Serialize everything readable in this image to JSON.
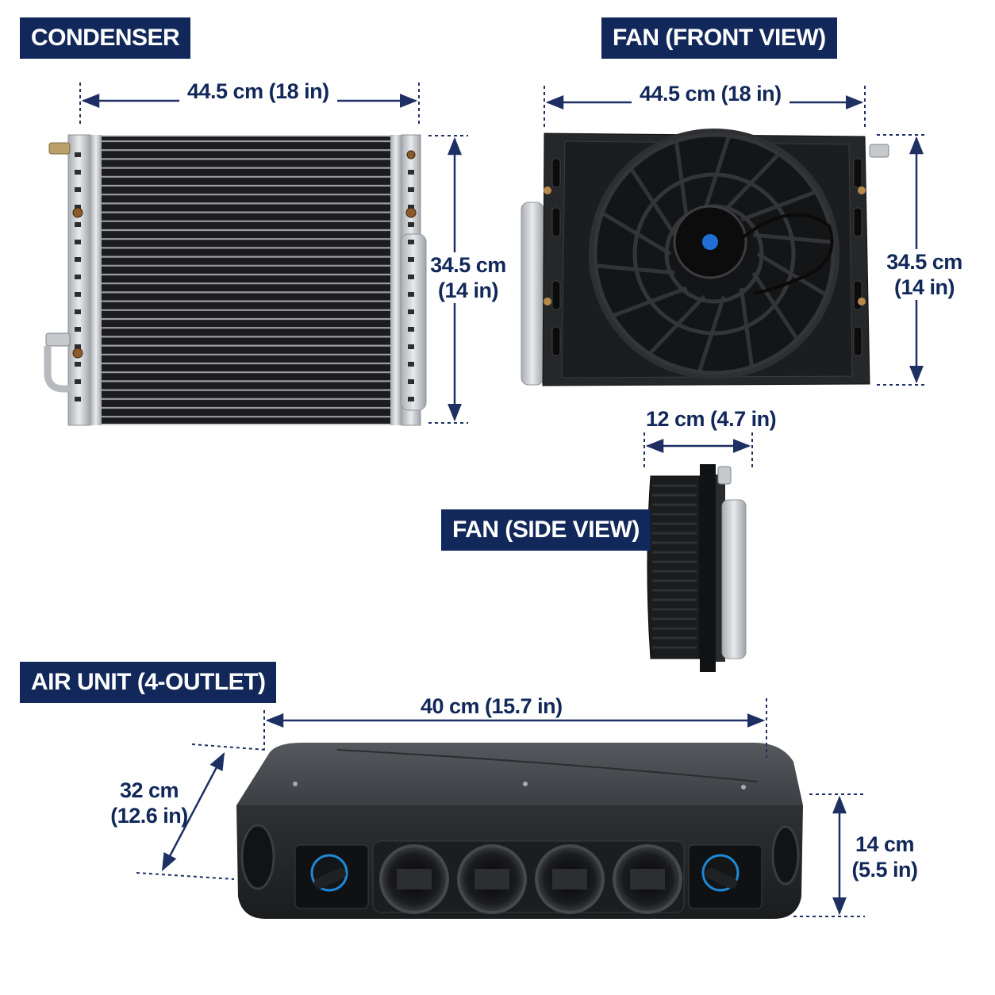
{
  "labels": {
    "condenser": "CONDENSER",
    "fan_front": "FAN (FRONT VIEW)",
    "fan_side": "FAN (SIDE VIEW)",
    "air_unit": "AIR UNIT (4-OUTLET)"
  },
  "dimensions": {
    "condenser_width": "44.5 cm (18 in)",
    "condenser_height_cm": "34.5 cm",
    "condenser_height_in": "(14 in)",
    "fan_front_width": "44.5 cm (18 in)",
    "fan_front_height_cm": "34.5 cm",
    "fan_front_height_in": "(14 in)",
    "fan_side_depth": "12 cm (4.7 in)",
    "air_unit_width": "40 cm (15.7 in)",
    "air_unit_depth_cm": "32 cm",
    "air_unit_depth_in": "(12.6 in)",
    "air_unit_height_cm": "14 cm",
    "air_unit_height_in": "(5.5 in)"
  },
  "colors": {
    "label_bg": "#12285a",
    "dimension_text": "#12285a",
    "dimension_line": "#1e2f63"
  },
  "icons": [
    "condenser-image",
    "fan-front-image",
    "fan-side-image",
    "air-unit-image"
  ]
}
